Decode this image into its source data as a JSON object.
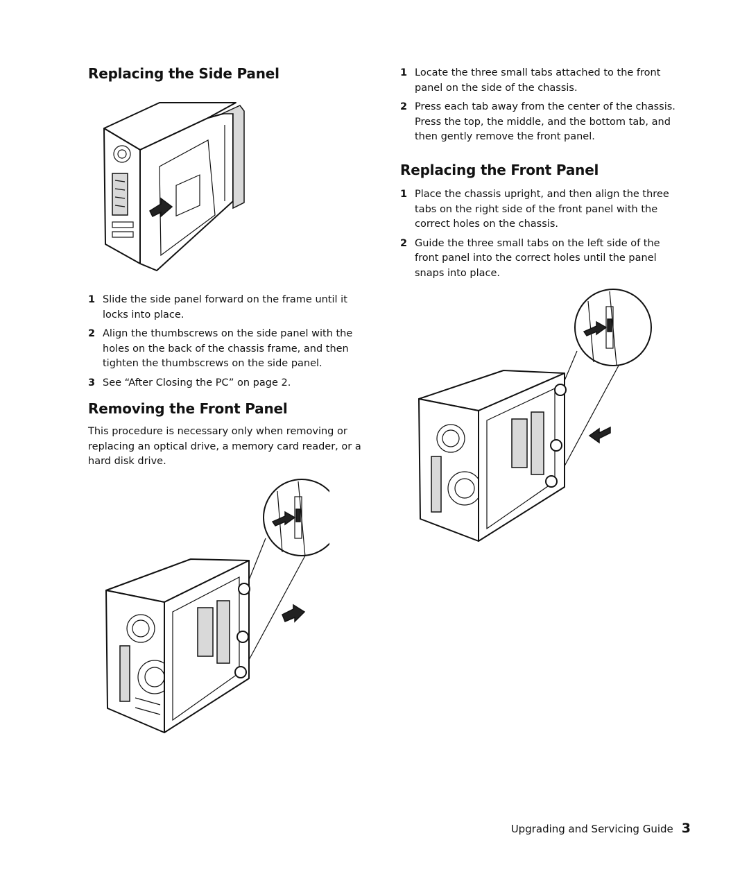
{
  "left": {
    "side_panel": {
      "heading": "Replacing the Side Panel",
      "steps": [
        {
          "num": "1",
          "text": "Slide the side panel forward on the frame until it locks into place."
        },
        {
          "num": "2",
          "text": "Align the thumbscrews on the side panel with the holes on the back of the chassis frame, and then tighten the thumbscrews on the side panel."
        },
        {
          "num": "3",
          "text": "See “After Closing the PC” on page 2."
        }
      ]
    },
    "removing_front": {
      "heading": "Removing the Front Panel",
      "paragraph": "This procedure is necessary only when removing or replacing an optical drive, a memory card reader, or a hard disk drive."
    }
  },
  "right": {
    "removing_steps": [
      {
        "num": "1",
        "text": "Locate the three small tabs attached to the front panel on the side of the chassis."
      },
      {
        "num": "2",
        "text": "Press each tab away from the center of the chassis. Press the top, the middle, and the bottom tab, and then gently remove the front panel."
      }
    ],
    "replacing_front": {
      "heading": "Replacing the Front Panel",
      "steps": [
        {
          "num": "1",
          "text": "Place the chassis upright, and then align the three tabs on the right side of the front panel with the correct holes on the chassis."
        },
        {
          "num": "2",
          "text": "Guide the three small tabs on the left side of the front panel into the correct holes until the panel snaps into place."
        }
      ]
    }
  },
  "footer": {
    "guide_title": "Upgrading and Servicing Guide",
    "page_number": "3"
  }
}
